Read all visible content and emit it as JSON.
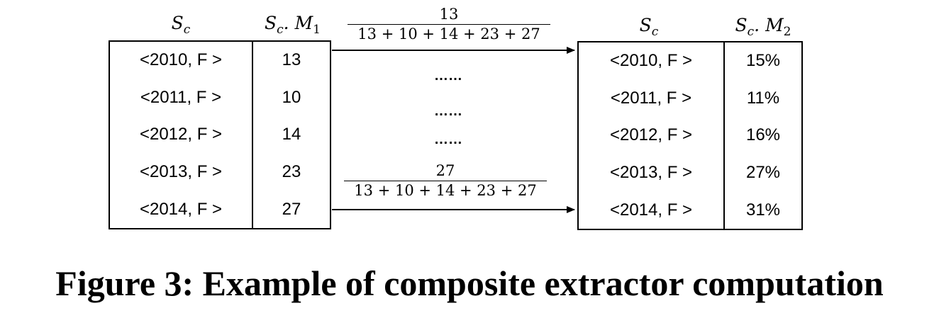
{
  "left": {
    "header_key": "S",
    "header_key_sub": "c",
    "header_val": "S",
    "header_val_sub": "c",
    "header_val_dot": ". M",
    "header_val_sub2": "1",
    "rows": [
      {
        "key": "<2010,  F >",
        "value": "13"
      },
      {
        "key": "<2011,  F >",
        "value": "10"
      },
      {
        "key": "<2012,  F >",
        "value": "14"
      },
      {
        "key": "<2013,  F >",
        "value": "23"
      },
      {
        "key": "<2014,  F >",
        "value": "27"
      }
    ]
  },
  "right": {
    "header_key": "S",
    "header_key_sub": "c",
    "header_val": "S",
    "header_val_sub": "c",
    "header_val_dot": ". M",
    "header_val_sub2": "2",
    "rows": [
      {
        "key": "<2010,  F >",
        "value": "15%"
      },
      {
        "key": "<2011,  F >",
        "value": "11%"
      },
      {
        "key": "<2012,  F >",
        "value": "16%"
      },
      {
        "key": "<2013,  F >",
        "value": "27%"
      },
      {
        "key": "<2014,  F >",
        "value": "31%"
      }
    ]
  },
  "fractions": [
    {
      "numerator": "13",
      "denominator": "13 + 10 + 14 + 23 + 27"
    },
    {
      "numerator": "27",
      "denominator": "13 + 10 + 14 + 23 + 27"
    }
  ],
  "ellipses": [
    "……",
    "……",
    "……"
  ],
  "caption": "Figure 3: Example of composite extractor computation"
}
